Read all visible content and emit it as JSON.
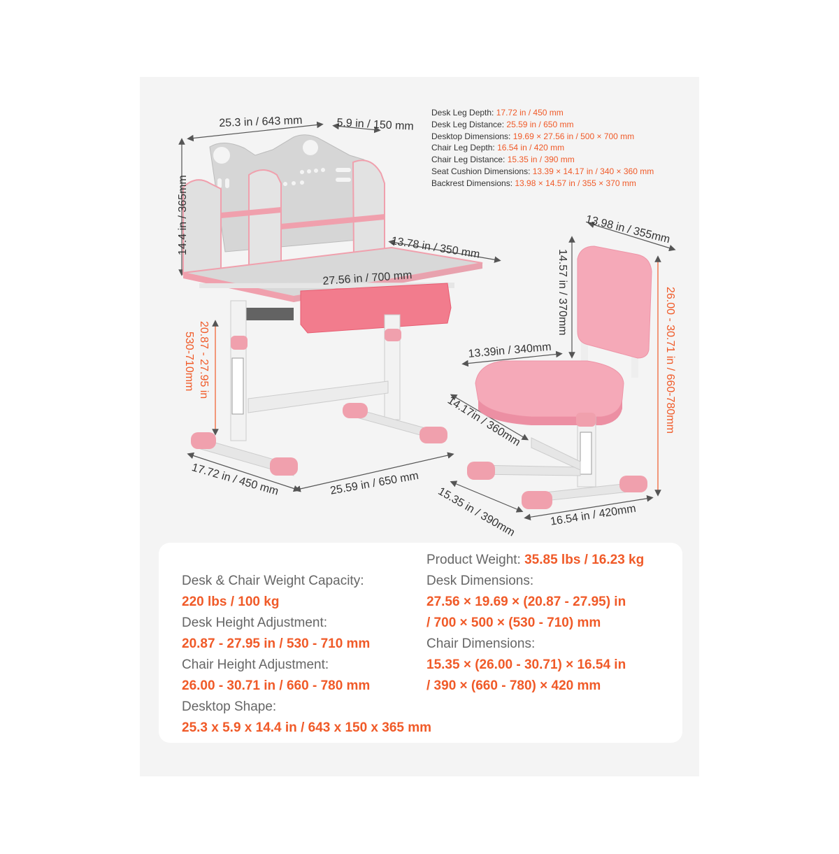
{
  "colors": {
    "accent": "#f05a28",
    "pink": "#f0a0ad",
    "grey": "#d8d8d8",
    "panel": "#f4f4f4"
  },
  "annotations": {
    "desk_width": "25.3 in / 643 mm",
    "shelf_depth": "5.9 in / 150 mm",
    "hutch_height": "14.4 in / 365mm",
    "desktop_depth": "13.78 in / 350 mm",
    "desktop_width": "27.56 in / 700 mm",
    "desk_height": "20.87 - 27.95 in",
    "desk_height_mm": "530-710mm",
    "desk_leg_depth": "17.72 in / 450 mm",
    "desk_leg_distance": "25.59 in / 650 mm",
    "backrest_width": "13.98 in / 355mm",
    "backrest_height": "14.57 in / 370mm",
    "chair_height": "26.00 - 30.71 in / 660-780mm",
    "seat_width": "13.39in / 340mm",
    "seat_depth": "14.17in / 360mm",
    "chair_leg_distance": "15.35 in / 390mm",
    "chair_leg_depth": "16.54 in / 420mm"
  },
  "specs": [
    {
      "label": "Desk Leg Depth: ",
      "value": "17.72 in / 450 mm"
    },
    {
      "label": "Desk Leg Distance: ",
      "value": "25.59 in / 650 mm"
    },
    {
      "label": "Desktop Dimensions: ",
      "value": "19.69 × 27.56 in / 500 × 700 mm"
    },
    {
      "label": "Chair Leg Depth: ",
      "value": "16.54 in / 420 mm"
    },
    {
      "label": "Chair Leg Distance: ",
      "value": "15.35 in / 390 mm"
    },
    {
      "label": "Seat Cushion Dimensions: ",
      "value": "13.39 × 14.17 in / 340 × 360 mm"
    },
    {
      "label": "Backrest Dimensions: ",
      "value": "13.98 × 14.57 in / 355 × 370 mm"
    }
  ],
  "summary": {
    "product_weight_label": "Product Weight: ",
    "product_weight_value": "35.85 lbs / 16.23 kg",
    "capacity_label": "Desk & Chair Weight Capacity:",
    "capacity_value": "220 lbs / 100 kg",
    "desk_height_label": "Desk Height Adjustment:",
    "desk_height_value": "20.87 - 27.95 in / 530 - 710 mm",
    "chair_height_label": "Chair Height Adjustment:",
    "chair_height_value": "26.00 - 30.71 in / 660 - 780 mm",
    "desktop_shape_label": "Desktop Shape:",
    "desktop_shape_value": "25.3 x 5.9 x 14.4 in / 643 x 150 x 365 mm",
    "desk_dims_label": "Desk Dimensions:",
    "desk_dims_value_1": "27.56 × 19.69 × (20.87 - 27.95) in",
    "desk_dims_value_2": "/ 700 × 500 × (530 - 710) mm",
    "chair_dims_label": "Chair Dimensions:",
    "chair_dims_value_1": "15.35 × (26.00 - 30.71) × 16.54 in",
    "chair_dims_value_2": "/ 390 × (660 - 780) × 420 mm"
  }
}
